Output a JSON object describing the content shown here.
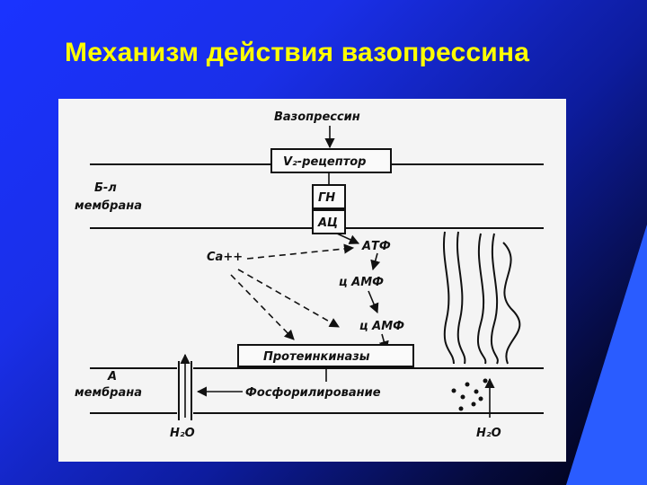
{
  "slide": {
    "title": "Механизм действия вазопрессина",
    "accent_color": "#ffff00",
    "background_color": "#1a33ff"
  },
  "diagram": {
    "vasopressin": "Вазопрессин",
    "receptor": "V₂-рецептор",
    "gn": "ГН",
    "ac": "АЦ",
    "bl_membrane_line1": "Б-л",
    "bl_membrane_line2": "мембрана",
    "atp": "АТФ",
    "calcium": "Ca++",
    "camp1": "ц АМФ",
    "camp2": "ц АМФ",
    "protein_kinases": "Протеинкиназы",
    "a_membrane_line1": "А",
    "a_membrane_line2": "мембрана",
    "phosphorylation": "Фосфорилирование",
    "water_left": "H₂O",
    "water_right": "H₂O"
  }
}
